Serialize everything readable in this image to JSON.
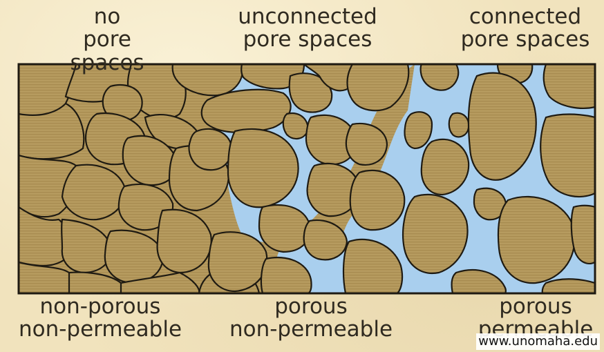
{
  "top_labels": {
    "left": {
      "line1": "no",
      "line2": "pore spaces"
    },
    "middle": {
      "line1": "unconnected",
      "line2": "pore spaces"
    },
    "right": {
      "line1": "connected",
      "line2": "pore spaces"
    }
  },
  "bottom_labels": {
    "left": {
      "line1": "non-porous",
      "line2": "non-permeable"
    },
    "middle": {
      "line1": "porous",
      "line2": "non-permeable"
    },
    "right": {
      "line1": "porous",
      "line2": "permeable"
    }
  },
  "credit": "www.unomaha.edu",
  "colors": {
    "grain": "#b49a60",
    "grain_stripe": "#a48a52",
    "pore_water": "#a9cfee",
    "outline": "#1e1a12",
    "background": "#f1e3bd"
  }
}
